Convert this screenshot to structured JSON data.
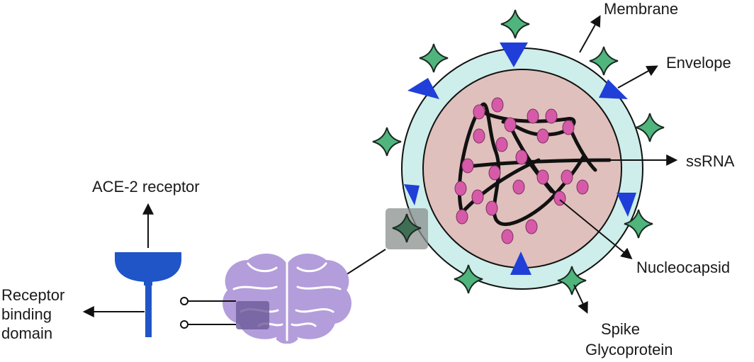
{
  "labels": {
    "membrane": "Membrane",
    "envelope": "Envelope",
    "ssrna": "ssRNA",
    "nucleocapsid": "Nucleocapsid",
    "spike_line1": "Spike",
    "spike_line2": "Glycoprotein",
    "ace2": "ACE-2 receptor",
    "rbd_line1": "Receptor",
    "rbd_line2": "binding",
    "rbd_line3": "domain"
  },
  "colors": {
    "envelope_ring": "#cdeeea",
    "core": "#e0c0bc",
    "spike_fill": "#4fb57c",
    "spike_dark": "#3f6e55",
    "triangle": "#1f3fd8",
    "nucleocapsid": "#d65aa8",
    "receptor": "#1f55c6",
    "brain": "#b39ddb",
    "brain_lines": "#ffffff",
    "highlight_box": "#8a8f8c",
    "brain_patch": "#6b5a99"
  },
  "icons": {
    "brain": "brain-icon",
    "receptor": "receptor-icon",
    "virus": "virus-icon"
  }
}
